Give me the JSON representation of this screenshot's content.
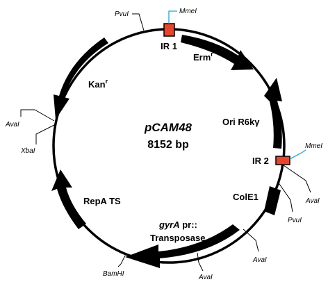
{
  "plasmid": {
    "name": "pCAM48",
    "size": "8152 bp"
  },
  "features": {
    "ir1": "IR 1",
    "ir2": "IR 2",
    "erm": "Erm",
    "erm_sup": "r",
    "kan": "Kan",
    "kan_sup": "r",
    "ori": "Ori R6kγ",
    "cole1": "ColE1",
    "repa": "RepA TS",
    "gyra_italic": "gyrA",
    "gyra_rest": " pr::",
    "transposase": "Transposase"
  },
  "sites": {
    "pvul_top": "PvuI",
    "mmel_top": "MmeI",
    "aval_left": "AvaI",
    "xbal_left": "XbaI",
    "mmel_right": "MmeI",
    "aval_right": "AvaI",
    "pvul_right": "PvuI",
    "aval_bottom_right": "AvaI",
    "aval_bottom": "AvaI",
    "bamhi": "BamHI"
  },
  "colors": {
    "backbone": "#000000",
    "insert_fill": "#e8452c",
    "mmel_line": "#2a9fd8"
  }
}
